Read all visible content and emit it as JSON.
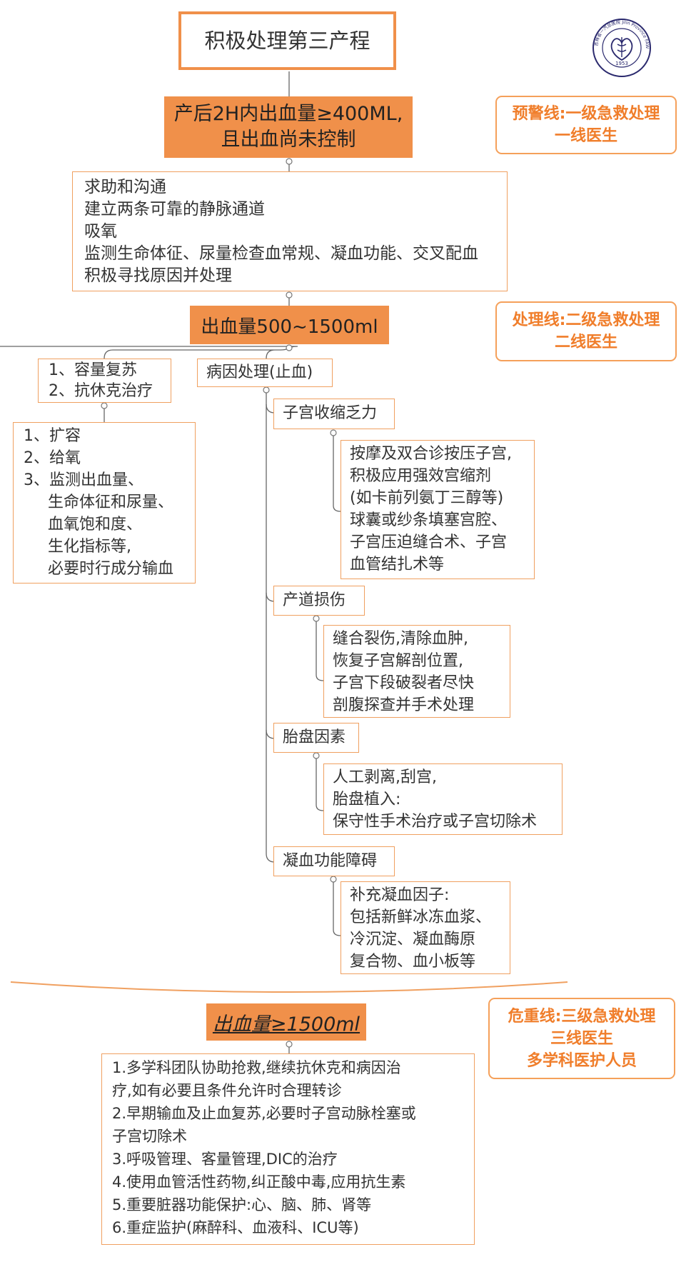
{
  "title": "积极处理第三产程",
  "logo": {
    "year": "1953",
    "arc_text": "吉林省一汽总医院 Jilin Province FAW General Hospital"
  },
  "trigger": {
    "lines": [
      "产后2H内出血量≥400ML,",
      "且出血尚未控制"
    ]
  },
  "initial_actions": {
    "lines": [
      "求助和沟通",
      "建立两条可靠的静脉通道",
      "吸氧",
      "监测生命体征、尿量检查血常规、凝血功能、交叉配血",
      "积极寻找原因并处理"
    ]
  },
  "level2": {
    "label": "出血量500~1500ml"
  },
  "resuscitation": {
    "lines": [
      "1、容量复苏",
      "2、抗休克治疗"
    ],
    "details": [
      "1、扩容",
      "2、给氧",
      "3、监测出血量、",
      "生命体征和尿量、",
      "血氧饱和度、",
      "生化指标等,",
      "必要时行成分输血"
    ]
  },
  "cause": {
    "label": "病因处理(止血)",
    "branches": [
      {
        "label": "子宫收缩乏力",
        "details": [
          "按摩及双合诊按压子宫,",
          "积极应用强效宫缩剂",
          "(如卡前列氨丁三醇等)",
          "球囊或纱条填塞宫腔、",
          "子宫压迫缝合术、子宫",
          "血管结扎术等"
        ]
      },
      {
        "label": "产道损伤",
        "details": [
          "缝合裂伤,清除血肿,",
          "恢复子宫解剖位置,",
          "子宫下段破裂者尽快",
          "剖腹探查并手术处理"
        ]
      },
      {
        "label": "胎盘因素",
        "details": [
          "人工剥离,刮宫,",
          "胎盘植入:",
          "保守性手术治疗或子宫切除术"
        ]
      },
      {
        "label": "凝血功能障碍",
        "details": [
          "补充凝血因子:",
          "包括新鲜冰冻血浆、",
          "冷沉淀、凝血酶原",
          "复合物、血小板等"
        ]
      }
    ]
  },
  "level3": {
    "label": "出血量≥1500ml",
    "lines": [
      "1.多学科团队协助抢救,继续抗休克和病因治",
      "疗,如有必要且条件允许时合理转诊",
      "2.早期输血及止血复苏,必要时子宫动脉栓塞或",
      "子宫切除术",
      "3.呼吸管理、客量管理,DIC的治疗",
      "4.使用血管活性药物,纠正酸中毒,应用抗生素",
      "5.重要脏器功能保护:心、脑、肺、肾等",
      "6.重症监护(麻醉科、血液科、ICU等)"
    ]
  },
  "side_labels": [
    {
      "lines": [
        "预警线:一级急救处理",
        "一线医生"
      ]
    },
    {
      "lines": [
        "处理线:二级急救处理",
        "二线医生"
      ]
    },
    {
      "lines": [
        "危重线:三级急救处理",
        "三线医生",
        "多学科医护人员"
      ]
    }
  ],
  "colors": {
    "accent_fill": "#f0904a",
    "border": "#f0a060",
    "side_text": "#f07e2b",
    "connector": "#666666",
    "logo": "#2b2a6e"
  }
}
